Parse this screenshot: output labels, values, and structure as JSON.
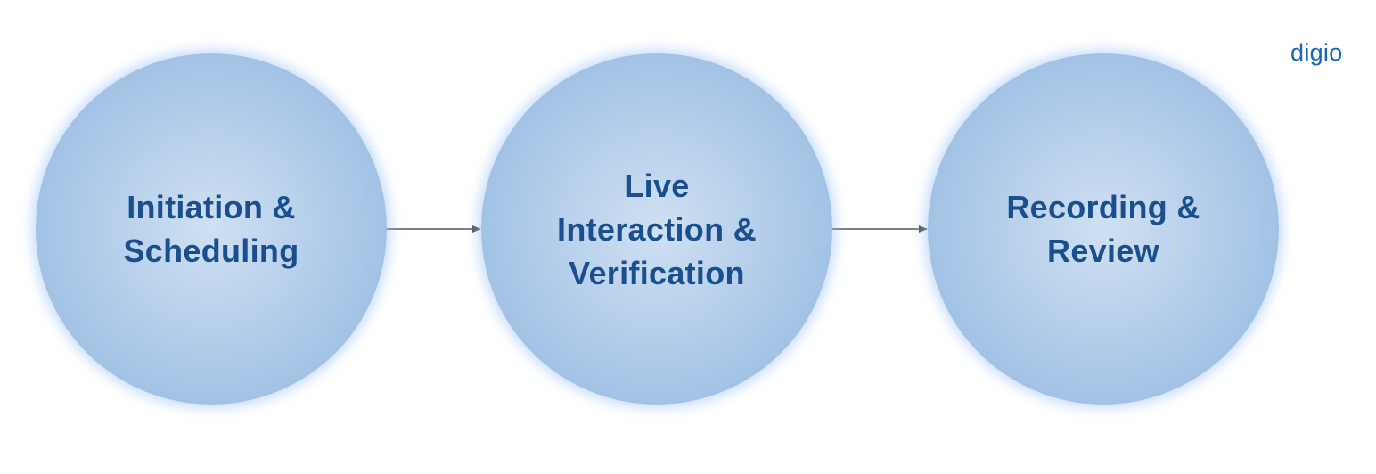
{
  "logo": "digio",
  "steps": [
    {
      "label": "Initiation &\nScheduling"
    },
    {
      "label": "Live\nInteraction &\nVerification"
    },
    {
      "label": "Recording &\nReview"
    }
  ],
  "colors": {
    "text": "#1a4f8f",
    "arrow": "#555555",
    "logo": "#1565c0"
  }
}
